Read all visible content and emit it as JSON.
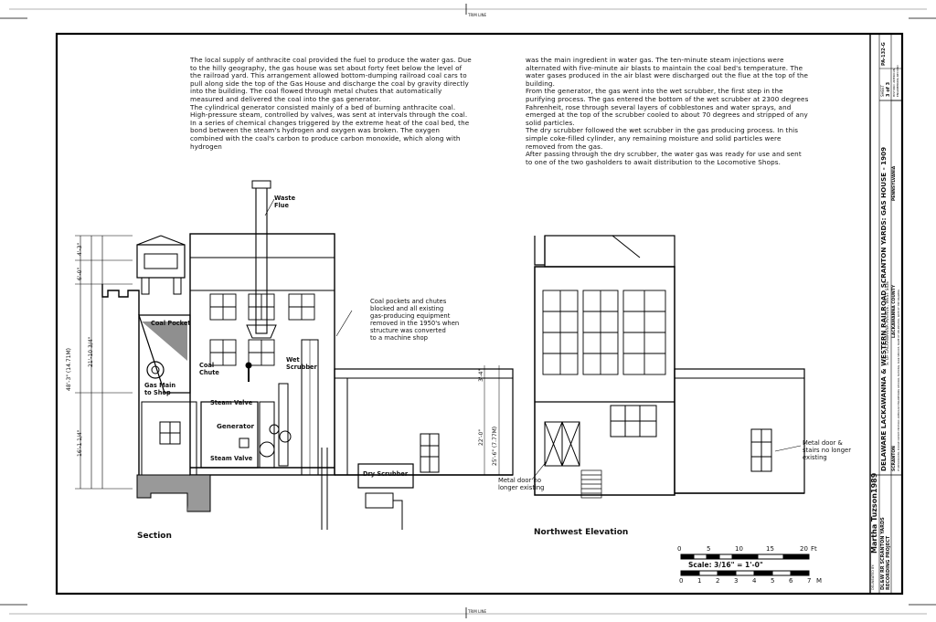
{
  "trim_line_label": "TRIM LINE",
  "text_left": "The local supply of anthracite coal provided the fuel to produce the water gas. Due to the hilly geography, the gas house was set about forty feet below the level of the railroad yard. This arrangement allowed bottom-dumping railroad coal cars to pull along side the top of the Gas House and discharge the coal by gravity directly into the building. The coal flowed through metal chutes that automatically measured and delivered the coal into the gas generator.\nThe cylindrical generator consisted mainly of a bed of burning anthracite coal. High-pressure steam, controlled by valves, was sent at intervals through the coal. In a series of chemical changes triggered by the extreme heat of the coal bed, the bond between the steam's hydrogen and oxygen was broken. The oxygen combined with the coal's carbon to produce carbon monoxide, which along with hydrogen",
  "text_right": "was the main ingredient in water gas. The ten-minute steam injections were alternated with five-minute air blasts to maintain the coal bed's temperature. The water gases produced in the air blast were discharged out the flue at the top of the building.\nFrom the generator, the gas went into the wet scrubber, the first step in the purifying process. The gas entered the bottom of the wet scrubber at 2300 degrees Fahrenheit, rose through several layers of cobblestones and water sprays, and emerged at the top of the scrubber cooled to about 70 degrees and stripped of any solid particles.\nThe dry scrubber followed the wet scrubber in the gas producing process. In this simple coke-filled cylinder, any remaining moisture and solid particles were removed from the gas.\nAfter passing through the dry scrubber, the water gas was ready for use and sent to one of the two gasholders to await distribution to the Locomotive Shops.",
  "labels": {
    "waste_flue": "Waste\nFlue",
    "coal_pocket": "Coal Pocket",
    "gas_main": "Gas Main\nto Shop",
    "coal_chute": "Coal\nChute",
    "wet_scrubber": "Wet\nScrubber",
    "steam_valve_1": "Steam Valve",
    "generator": "Generator",
    "steam_valve_2": "Steam Valve",
    "dry_scrubber": "Dry Scrubber",
    "coal_pockets_note": "Coal pockets and chutes\nblocked and all existing\ngas-producing equipment\nremoved in the 1950's when\nstructure was converted\nto a machine shop",
    "metal_door_1": "Metal door no\nlonger existing",
    "metal_door_2": "Metal door &\nstairs no longer\nexisting"
  },
  "dims": {
    "d1": "4'-3\"",
    "d2": "6'-0\"",
    "d3": "21'-10 3/4\"",
    "d4": "48'-3\" (14.71M)",
    "d5": "16'-1 1/4\"",
    "d6": "3'-4\"",
    "d7": "22'-0\"",
    "d8": "25'-6\" (7.77M)"
  },
  "view_titles": {
    "section": "Section",
    "elevation": "Northwest Elevation"
  },
  "scale": {
    "feet_ticks": [
      "0",
      "5",
      "10",
      "15",
      "20"
    ],
    "feet_unit": "Ft",
    "scale_text": "Scale: 3/16\" = 1'-0\"",
    "meter_ticks": [
      "0",
      "1",
      "2",
      "3",
      "4",
      "5",
      "6",
      "7"
    ],
    "meter_unit": "M"
  },
  "title_block": {
    "delineator": "Martha Tuzson",
    "year": "1989",
    "delineated_by": "DELINEATED BY:",
    "project_line1": "DL&W RR SCRANTON YARDS",
    "project_line2": "RECORDING PROJECT",
    "main_title": "DELAWARE LACKAWANNA & WESTERN RAILROAD SCRANTON YARDS: GAS HOUSE - 1909",
    "address": "S. OF LACKAWANNA AVENUE, WEST SIDE",
    "city": "SCRANTON",
    "county": "LACKAWANNA COUNTY",
    "state": "PENNSYLVANIA",
    "small_note": "IF REPRODUCED, PLEASE CREDIT: HISTORIC AMERICAN ENGINEERING RECORD, NATIONAL PARK SERVICE, NAME OF DELINEATOR, DATE OF THE DRAWING",
    "sheet_label": "SHEET",
    "sheet_value": "3 of 3",
    "record": "HISTORIC AMERICAN\nENGINEERING RECORD",
    "record_no": "PA-132-G"
  }
}
